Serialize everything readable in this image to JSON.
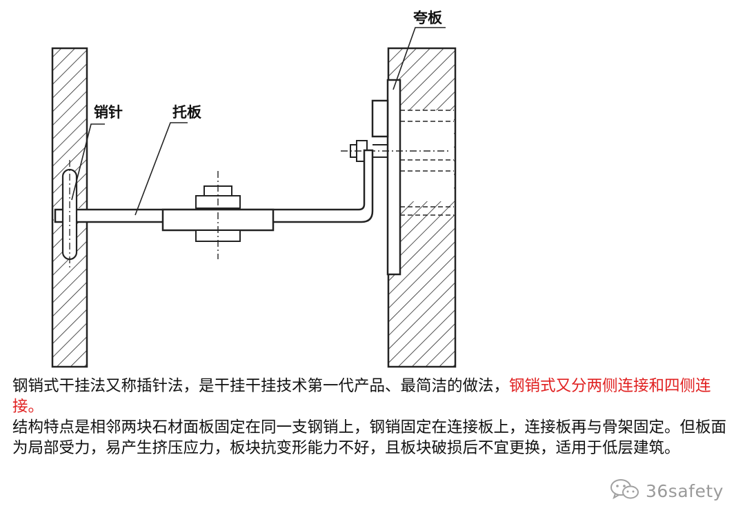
{
  "diagram": {
    "labels": {
      "pin": "销针",
      "bracket": "托板",
      "clamp_plate": "夸板"
    }
  },
  "caption": {
    "paragraph1_black": "钢销式干挂法又称插针法，是干挂干挂技术第一代产品、最简洁的做法，",
    "paragraph1_red": "钢销式又分两侧连接和四侧连接。",
    "paragraph2": "结构特点是相邻两块石材面板固定在同一支钢销上，钢销固定在连接板上，连接板再与骨架固定。但板面为局部受力，易产生挤压应力，板块抗变形能力不好，且板块破损后不宜更换，适用于低层建筑。",
    "highlight_color": "#e02020"
  },
  "watermark": {
    "icon": "wechat-icon",
    "text": "36safety"
  }
}
